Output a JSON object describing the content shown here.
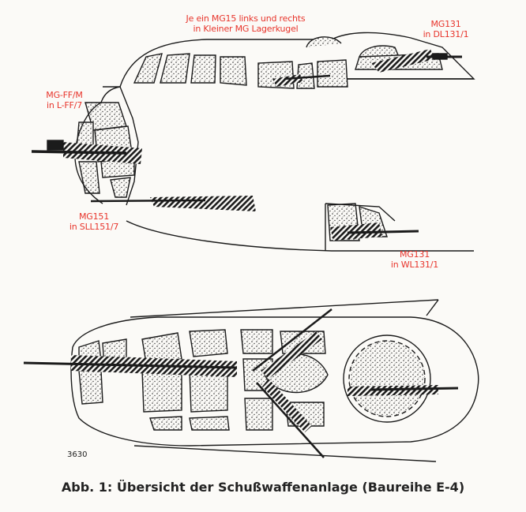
{
  "labels": {
    "mg15": [
      "Je ein MG15 links und rechts",
      "in Kleiner MG Lagerkugel"
    ],
    "mg131_top": [
      "MG131",
      "in DL131/1"
    ],
    "mgff": [
      "MG-FF/M",
      "in L-FF/7"
    ],
    "mg151": [
      "MG151",
      "in SLL151/7"
    ],
    "mg131_bottom": [
      "MG131",
      "in WL131/1"
    ]
  },
  "ref_number": "3630",
  "caption": "Abb. 1: Übersicht der Schußwaffenanlage (Baureihe E-4)",
  "colors": {
    "annotation": "#e8342b",
    "ink": "#1b1b1b",
    "paper": "#fbfaf7"
  }
}
